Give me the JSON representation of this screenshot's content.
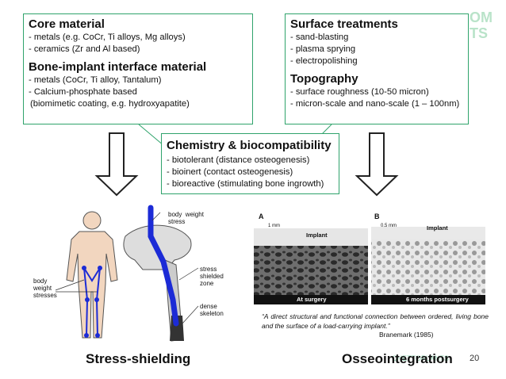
{
  "left_box": {
    "core_title": "Core material",
    "core_items": [
      "- metals (e.g. CoCr, Ti alloys, Mg alloys)",
      "- ceramics (Zr and Al based)"
    ],
    "interface_title": "Bone-implant interface material",
    "interface_items": [
      "- metals (CoCr, Ti alloy, Tantalum)",
      "- Calcium-phosphate based",
      "(biomimetic coating, e.g. hydroxyapatite)"
    ]
  },
  "right_box": {
    "surface_title": "Surface treatments",
    "surface_items": [
      "- sand-blasting",
      "- plasma sprying",
      "- electropolishing"
    ],
    "topography_title": "Topography",
    "topography_items": [
      "- surface roughness (10-50 micron)",
      "- micron-scale and nano-scale (1 – 100nm)"
    ]
  },
  "center_box": {
    "title": "Chemistry & biocompatibility",
    "items": [
      "- biotolerant (distance osteogenesis)",
      "- bioinert (contact osteogenesis)",
      "- bioreactive (stimulating bone ingrowth)"
    ]
  },
  "left_figure": {
    "body_label": "body\nweight\nstresses",
    "bw_label": "body  weight\nstress",
    "ss_label": "stress\nshielded\nzone",
    "ds_label": "dense\nskeleton"
  },
  "right_figure": {
    "panel_a": "A",
    "panel_b": "B",
    "scale_a": "1 mm",
    "scale_b": "0.5 mm",
    "implant_a": "Implant",
    "implant_b": "Implant",
    "surgery_label": "At surgery",
    "post_label": "6 months postsurgery"
  },
  "quote": {
    "text": "“A direct structural and functional connection between ordered, living bone and the surface of a load-carrying implant.”",
    "author": "Branemark (1985)"
  },
  "captions": {
    "left": "Stress-shielding",
    "right": "Osseointegration"
  },
  "footer": {
    "page": "20",
    "watermark": "CHETTOPLANTS",
    "logo": "OM\nTS"
  },
  "colors": {
    "box_border": "#2fa36b",
    "implant_blue": "#1c2bd6"
  }
}
